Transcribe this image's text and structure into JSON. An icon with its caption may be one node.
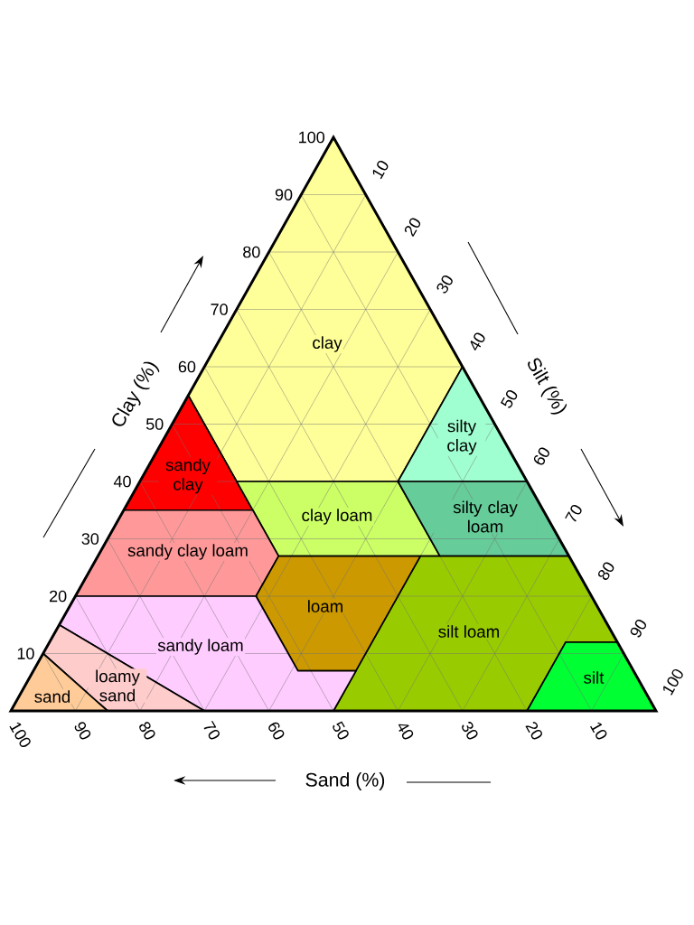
{
  "diagram": {
    "nodes": [
      {
        "text": [
          "clay"
        ]
      },
      {
        "text": [
          "silty clay"
        ]
      },
      {
        "text": [
          "sandy clay"
        ]
      },
      {
        "text": [
          "clay loam"
        ]
      },
      {
        "text": [
          "silty clay loam"
        ]
      },
      {
        "text": [
          "sandy clay loam"
        ]
      },
      {
        "text": [
          "loam"
        ]
      },
      {
        "text": [
          "silt loam"
        ]
      },
      {
        "text": [
          "sandy loam"
        ]
      },
      {
        "text": [
          "silt"
        ]
      },
      {
        "text": [
          "loamy sand"
        ]
      },
      {
        "text": [
          "sand"
        ]
      }
    ],
    "labels": [
      "10",
      "20",
      "30",
      "40",
      "50",
      "60",
      "70",
      "80",
      "90",
      "100",
      "Clay (%)",
      "10",
      "20",
      "30",
      "40",
      "50",
      "60",
      "70",
      "80",
      "90",
      "100",
      "Silt (%)",
      "100",
      "90",
      "80",
      "70",
      "60",
      "50",
      "40",
      "30",
      "20",
      "10",
      "Sand (%)"
    ]
  }
}
